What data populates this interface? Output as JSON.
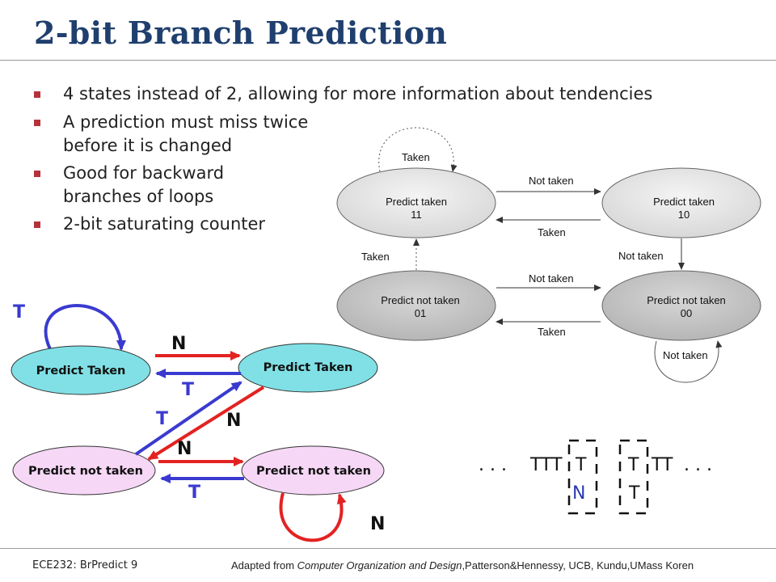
{
  "slide": {
    "title": "2-bit Branch Prediction",
    "bullets": [
      "4 states instead of 2, allowing for more information about tendencies",
      "A prediction must miss twice",
      "before it is changed",
      "Good for backward",
      "branches of loops",
      "2-bit saturating counter"
    ]
  },
  "fsm": {
    "states": [
      {
        "name": "Predict taken",
        "code": "11"
      },
      {
        "name": "Predict taken",
        "code": "10"
      },
      {
        "name": "Predict not taken",
        "code": "01"
      },
      {
        "name": "Predict not taken",
        "code": "00"
      }
    ],
    "edges": {
      "taken": "Taken",
      "not_taken": "Not taken"
    }
  },
  "simple": {
    "states": [
      "Predict Taken",
      "Predict Taken",
      "Predict not taken",
      "Predict not taken"
    ],
    "labels": {
      "t": "T",
      "n": "N"
    },
    "colors": {
      "taken_fill": "#80e0e6",
      "nottaken_fill": "#f6d7f6",
      "red": "#e32222",
      "blue": "#3a3ad0"
    }
  },
  "sequence": {
    "top": ". . . TTT T   T TT . . .",
    "bottom_n": "N",
    "bottom_t": "T",
    "seq_tokens": [
      ". . .",
      "TTT",
      "T",
      "T",
      "TT",
      ". . ."
    ]
  },
  "footer": {
    "left": "ECE232:  BrPredict  9",
    "prefix": "Adapted from ",
    "book": "Computer Organization and Design",
    "suffix": ",Patterson&Hennessy, UCB, Kundu,UMass  Koren"
  },
  "theme": {
    "title_color": "#1f3f6e",
    "bullet_color": "#b5323a"
  }
}
